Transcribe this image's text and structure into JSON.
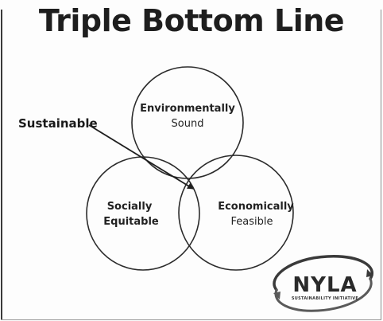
{
  "title": "Triple Bottom Line",
  "callout": {
    "label": "Sustainable"
  },
  "circles": [
    {
      "name": "environmental",
      "line1": "Environmentally",
      "line2": "Sound"
    },
    {
      "name": "social",
      "line1": "Socially",
      "line2": "Equitable"
    },
    {
      "name": "economic",
      "line1": "Economically",
      "line2": "Feasible"
    }
  ],
  "logo": {
    "text": "NYLA",
    "subtitle": "SUSTAINABILITY INITIATIVE"
  },
  "colors": {
    "ink": "#1e1e1e",
    "circle_stroke": "#2b2b2b"
  }
}
